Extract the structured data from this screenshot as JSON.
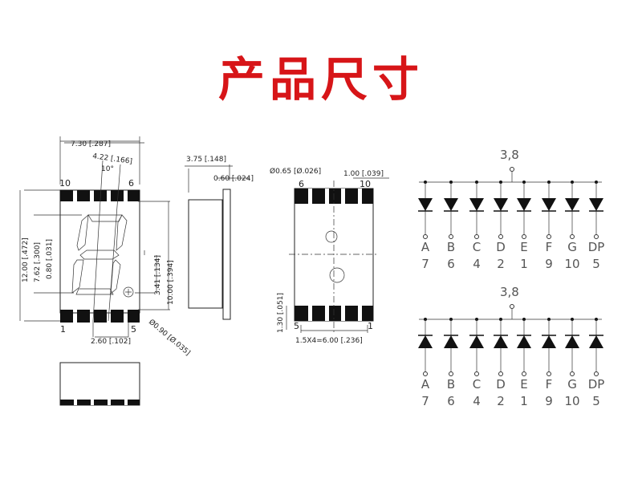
{
  "title": "产品尺寸",
  "dims": {
    "width": "7.30 [.287]",
    "seg_width": "4.22 [.166]",
    "angle": "10°",
    "pin10": "10",
    "pin6": "6",
    "pin1": "1",
    "pin5": "5",
    "height": "12.00 [.472]",
    "digit_h": "7.62 [.300]",
    "seg_th": "0.80 [.031]",
    "dp_h": "3.41 [.134]",
    "body_h": "10.00 [.394]",
    "pitch": "2.60 [.102]",
    "dp_dia": "Ø0.90 [Ø.035]",
    "depth": "3.75 [.148]",
    "lead_th": "0.60 [.024]",
    "hole": "Ø0.65 [Ø.026]",
    "pad_w": "1.00 [.039]",
    "pad_h": "1.30 [.051]",
    "span": "1.5X4=6.00 [.236]",
    "b_pin6": "6",
    "b_pin10": "10",
    "b_pin5": "5",
    "b_pin1": "1"
  },
  "circuits": [
    {
      "common": "3,8",
      "type": "common-anode",
      "segments": [
        "A",
        "B",
        "C",
        "D",
        "E",
        "F",
        "G",
        "DP"
      ],
      "pins": [
        "7",
        "6",
        "4",
        "2",
        "1",
        "9",
        "10",
        "5"
      ]
    },
    {
      "common": "3,8",
      "type": "common-cathode",
      "segments": [
        "A",
        "B",
        "C",
        "D",
        "E",
        "F",
        "G",
        "DP"
      ],
      "pins": [
        "7",
        "6",
        "4",
        "2",
        "1",
        "9",
        "10",
        "5"
      ]
    }
  ]
}
